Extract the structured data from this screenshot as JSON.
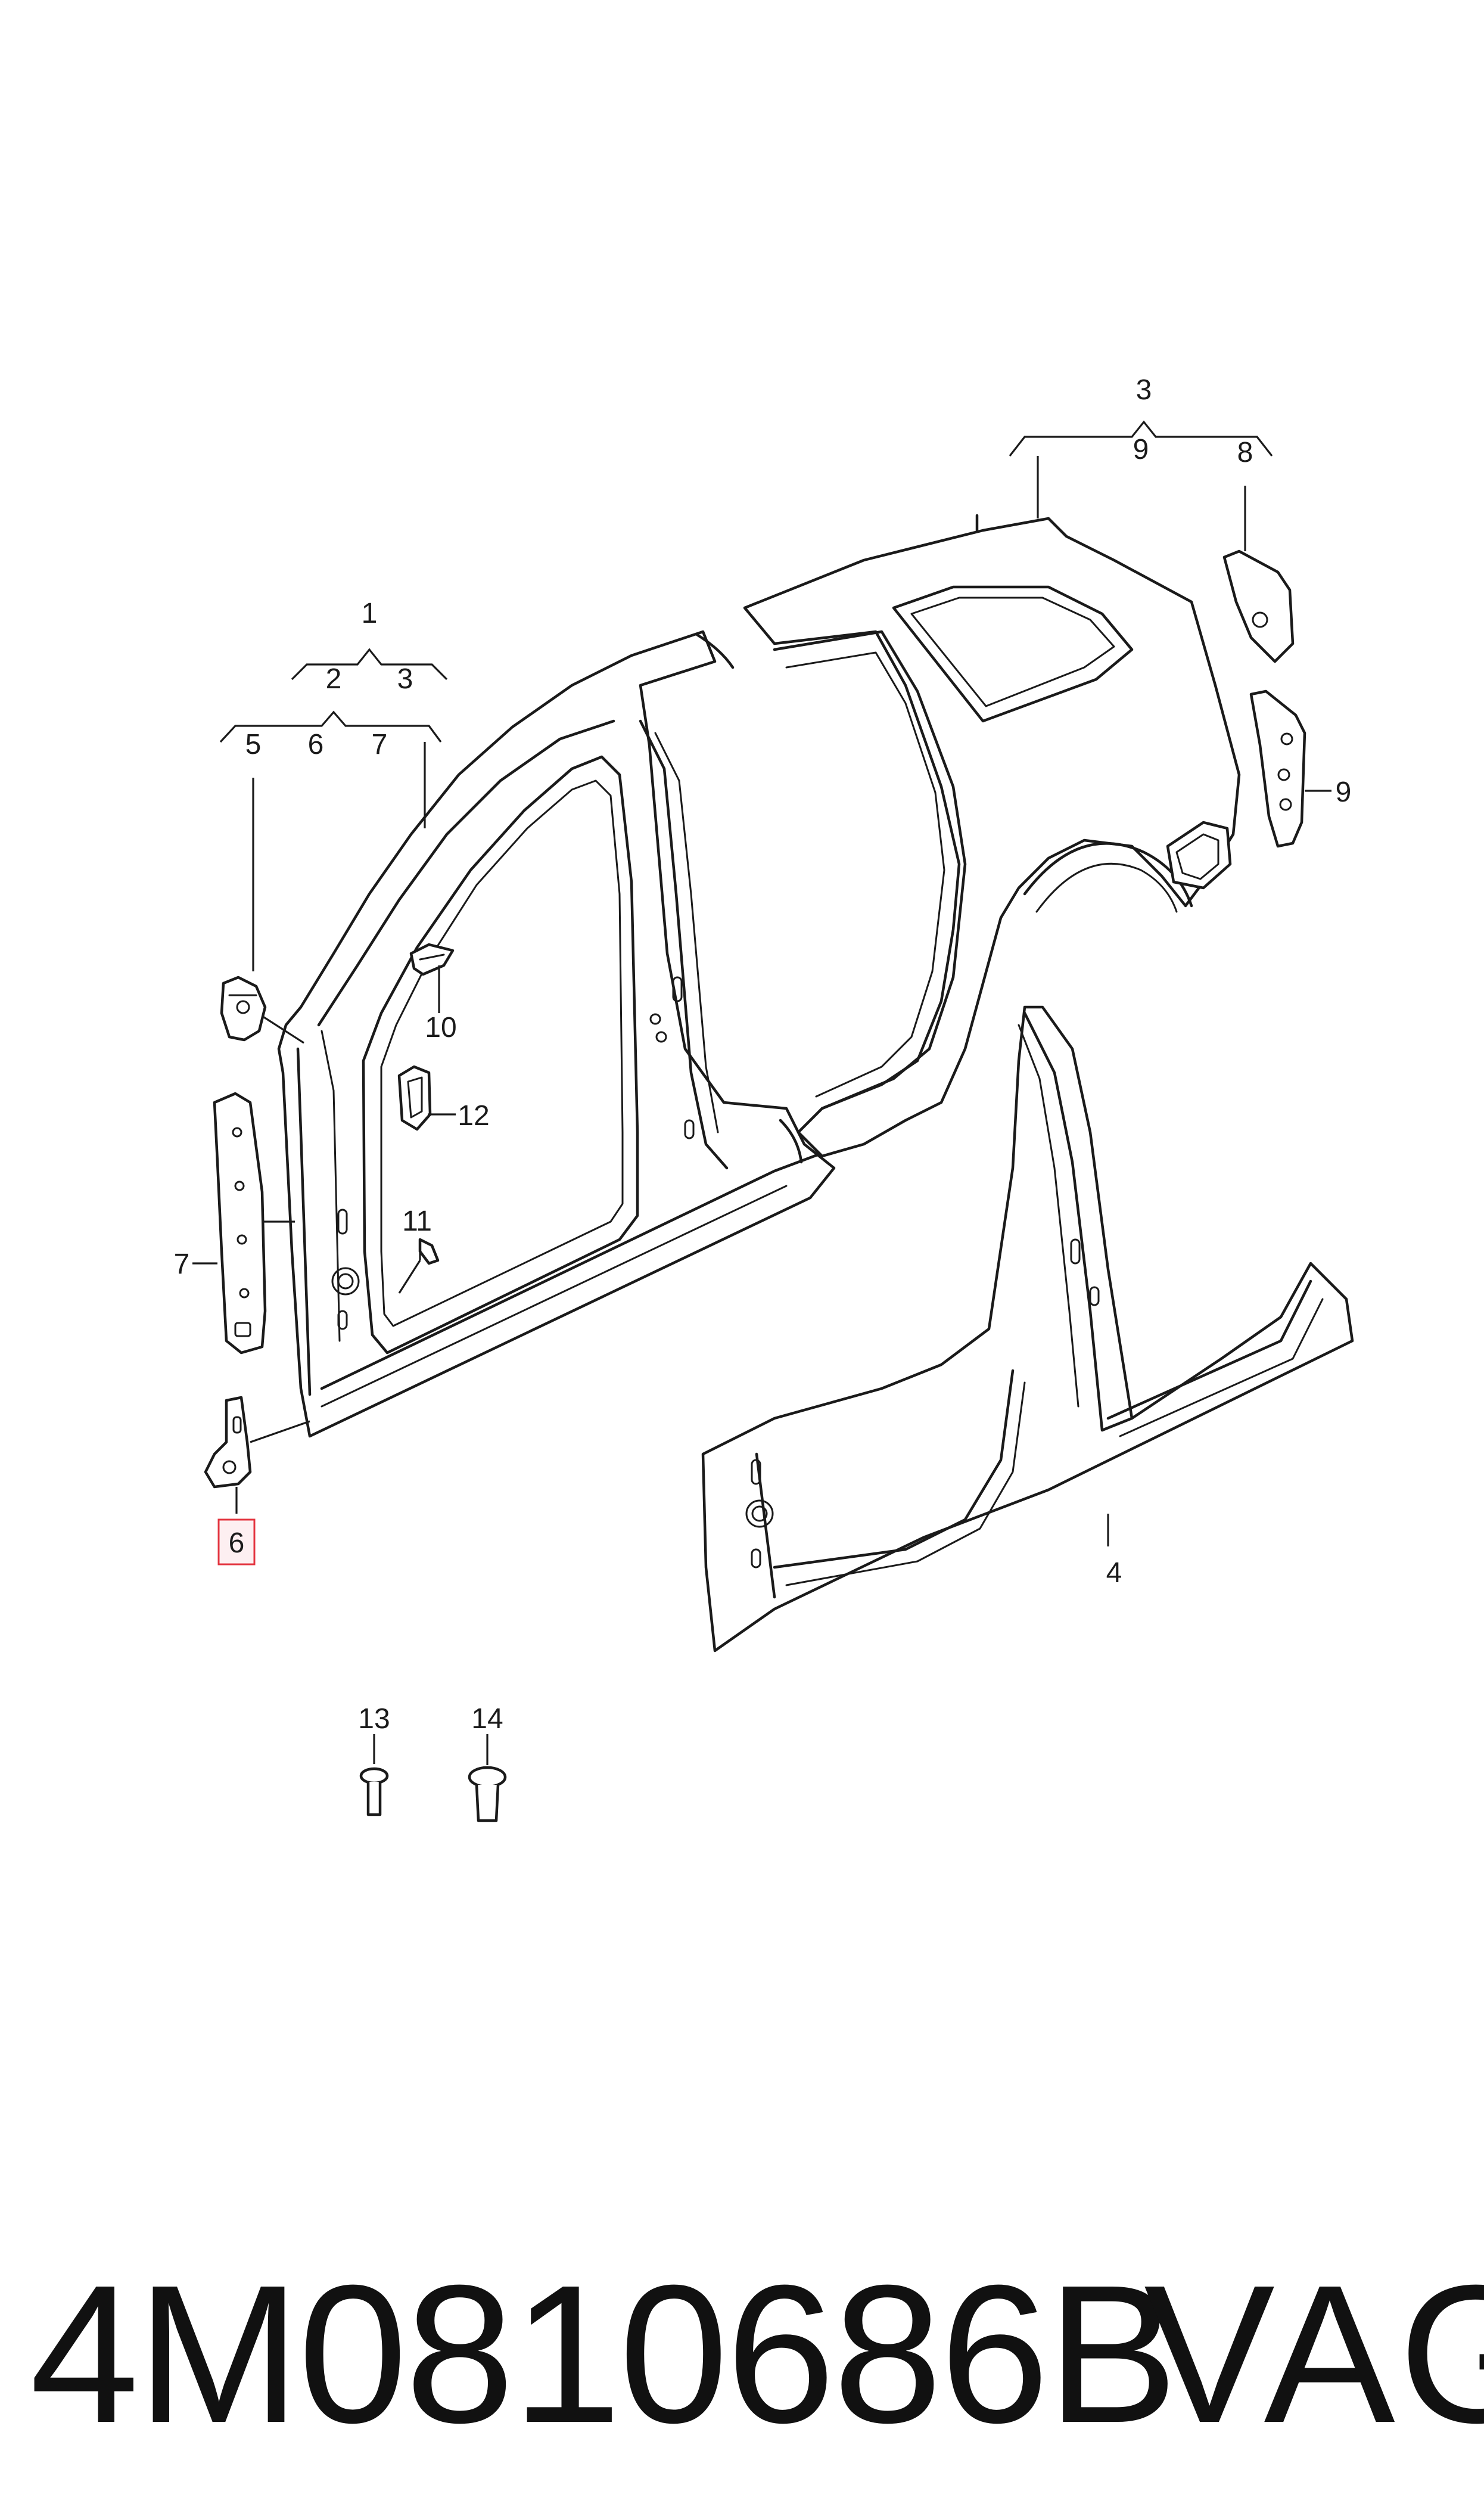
{
  "diagram": {
    "callouts": {
      "c1": "1",
      "c2": "2",
      "c3a": "3",
      "c3b": "3",
      "c4": "4",
      "c5": "5",
      "c6a": "6",
      "c6b": "6",
      "c7a": "7",
      "c7b": "7",
      "c8": "8",
      "c9a": "9",
      "c9b": "9",
      "c10": "10",
      "c11": "11",
      "c12": "12",
      "c13": "13",
      "c14": "14"
    },
    "highlighted_callout": "6",
    "highlight_color": "#e3343f"
  },
  "footer": {
    "part_number": "4M0810686B",
    "brand": "VAG"
  }
}
